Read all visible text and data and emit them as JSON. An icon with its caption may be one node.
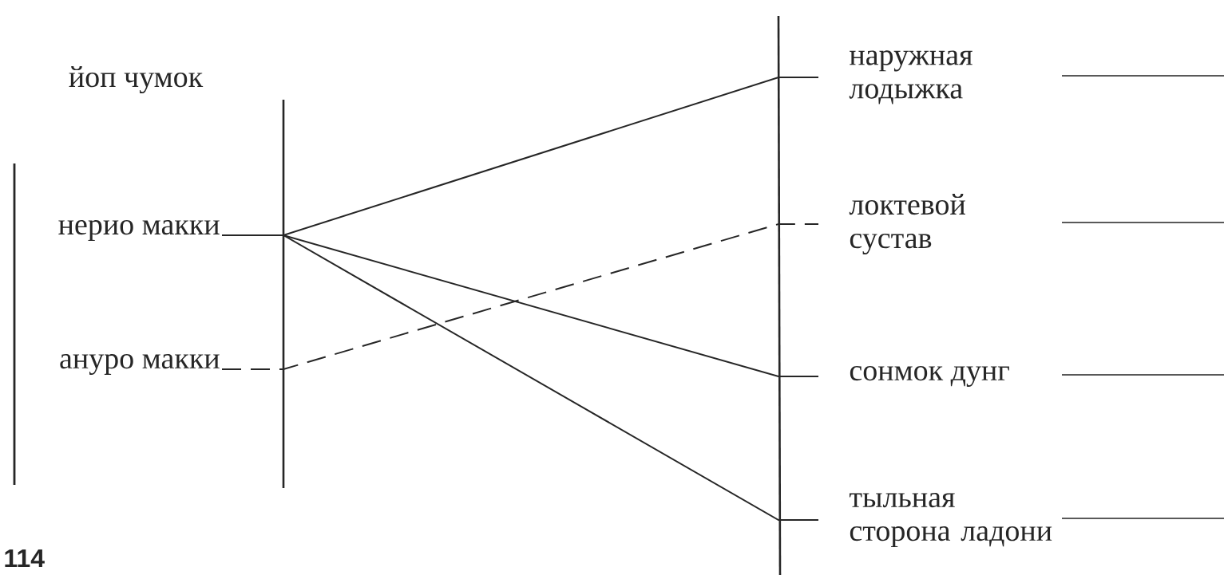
{
  "diagram": {
    "nodes": [
      {
        "text": [
          "нерио макки"
        ]
      },
      {
        "text": [
          "ануро макки"
        ]
      },
      {
        "text": [
          "наружная лодыжка"
        ]
      },
      {
        "text": [
          "локтевой сустав"
        ]
      },
      {
        "text": [
          "сонмок дунг"
        ]
      },
      {
        "text": [
          "тыльная сторона ладони"
        ]
      }
    ],
    "edges": [
      {
        "from": 0,
        "to": 2,
        "arrow": "none"
      },
      {
        "from": 0,
        "to": 4,
        "arrow": "none"
      },
      {
        "from": 0,
        "to": 5,
        "arrow": "none"
      },
      {
        "from": 1,
        "to": 3,
        "arrow": "none",
        "style": "dashed"
      }
    ],
    "labels": [
      "йоп чумок",
      "114"
    ]
  }
}
